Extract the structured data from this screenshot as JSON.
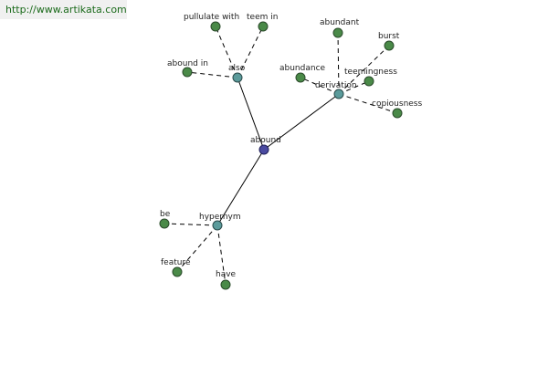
{
  "watermark": "http://www.artikata.com",
  "graph": {
    "root": "abound",
    "relations": {
      "also": "also",
      "derivation": "derivation",
      "hypernym": "hypernym"
    },
    "leaves": {
      "pullulate_with": "pullulate with",
      "teem_in": "teem in",
      "abound_in": "abound in",
      "abundant": "abundant",
      "burst": "burst",
      "abundance": "abundance",
      "teemingness": "teemingness",
      "copiousness": "copiousness",
      "be": "be",
      "feature": "feature",
      "have": "have"
    },
    "colors": {
      "root_node": "#4a4aa0",
      "relation_node": "#5b9b9b",
      "leaf_node": "#4a8a48",
      "watermark_text": "#1a6a1a",
      "watermark_bg": "#f0f0f0"
    }
  }
}
